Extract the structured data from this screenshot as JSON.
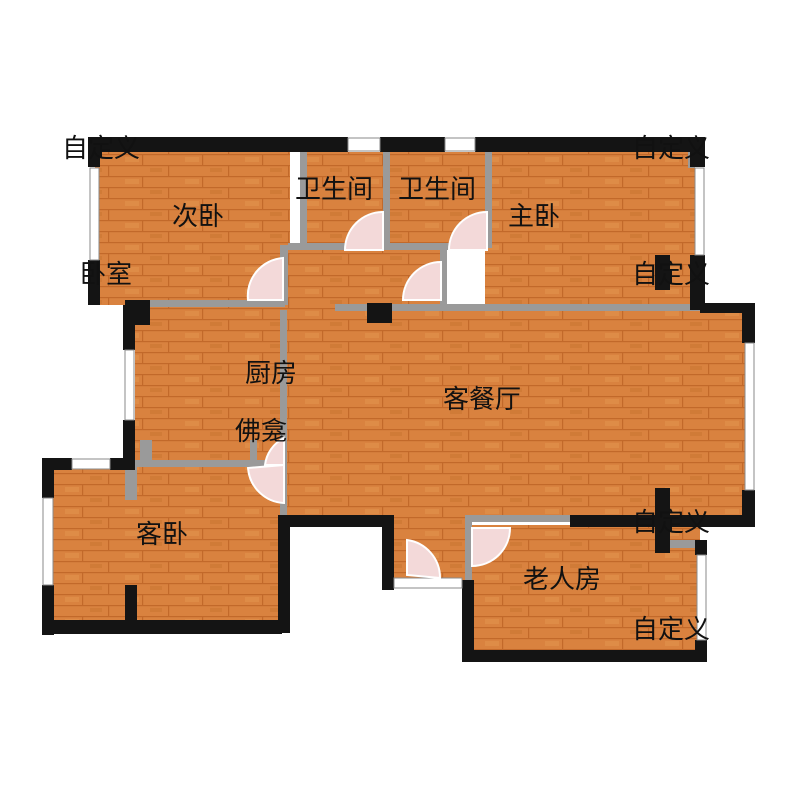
{
  "colors": {
    "floor": "#d9823f",
    "floor_dark": "#c56d2c",
    "wall": "#141414",
    "partition": "#9a9a9a",
    "window": "#ffffff",
    "background": "#ffffff"
  },
  "rooms": {
    "second_bedroom": "次卧",
    "bathroom_1": "卫生间",
    "bathroom_2": "卫生间",
    "master_bedroom": "主卧",
    "bedroom": "卧室",
    "kitchen": "厨房",
    "buddha_niche": "佛龛",
    "living_dining": "客餐厅",
    "guest_bedroom": "客卧",
    "elderly_room": "老人房"
  },
  "custom_labels": {
    "top_left": "自定义",
    "top_right": "自定义",
    "right_upper": "自定义",
    "right_middle": "自定义",
    "right_lower": "自定义"
  }
}
